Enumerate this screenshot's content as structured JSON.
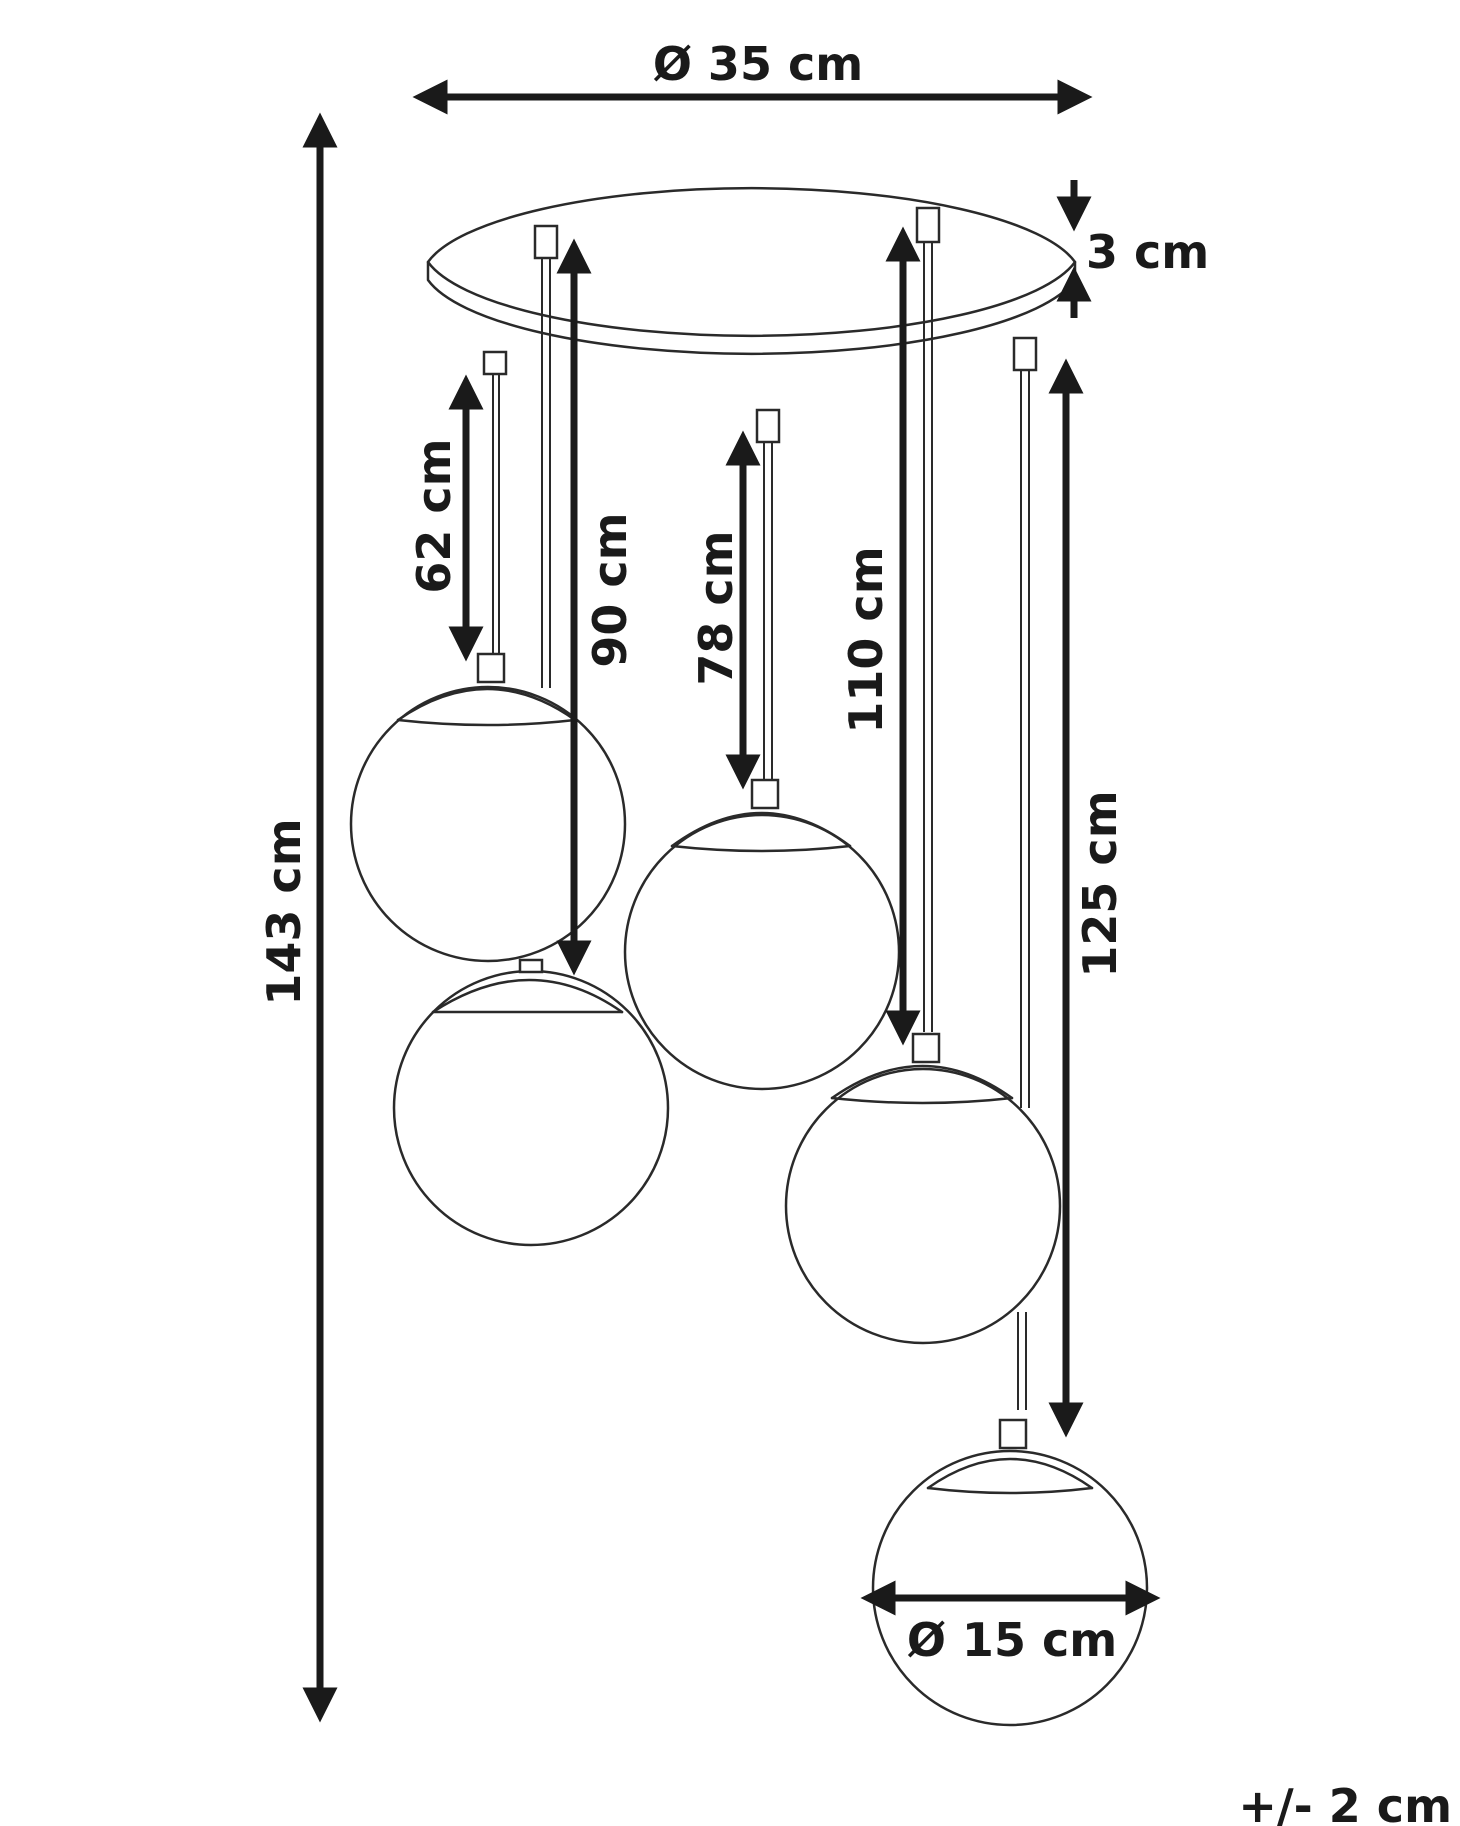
{
  "dimensions": {
    "canopy_diameter": "Ø 35 cm",
    "canopy_height": "3 cm",
    "drop_62": "62 cm",
    "drop_90": "90 cm",
    "drop_78": "78 cm",
    "drop_110": "110 cm",
    "drop_125": "125 cm",
    "total_height": "143 cm",
    "globe_diameter": "Ø 15 cm",
    "tolerance": "+/- 2 cm"
  },
  "colors": {
    "line": "#2a2a2a",
    "ink": "#1a1a1a",
    "background": "#ffffff"
  }
}
